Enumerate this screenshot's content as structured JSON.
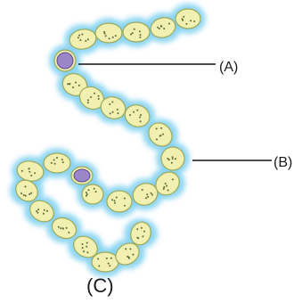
{
  "diagram": {
    "labels": {
      "a": "(A)",
      "b": "(B)",
      "c": "(C)"
    },
    "colors": {
      "background": "#ffffff",
      "sheath_glow": "#7fd0f0",
      "cell_fill": "#f2f0b0",
      "cell_stroke": "#9aa85a",
      "granule": "#5a6a3a",
      "heterocyst_fill": "#9b86c9",
      "heterocyst_stroke": "#5b4a8a",
      "pointer_line": "#111111",
      "label_text": "#1a1a1a"
    }
  }
}
